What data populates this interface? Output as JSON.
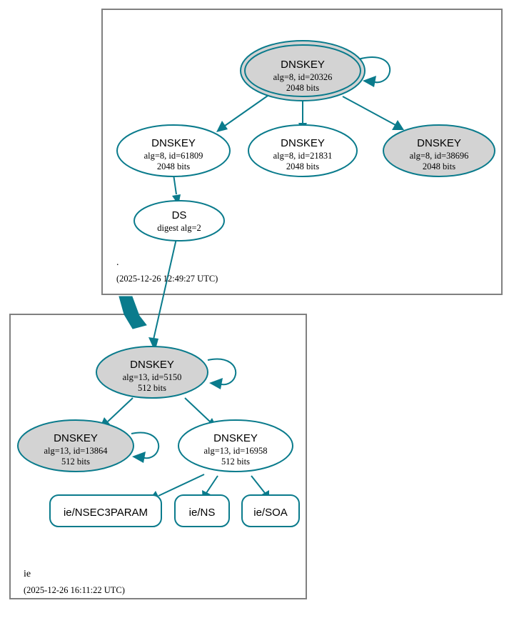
{
  "diagram": {
    "kind": "dnssec-authentication-chain",
    "colors": {
      "accent": "#0a7b8c",
      "node_fill_secure": "#d3d3d3",
      "node_fill_plain": "#ffffff",
      "zone_border": "#808080",
      "text": "#000000"
    },
    "zones": [
      {
        "id": "root",
        "label": ".",
        "timestamp": "(2025-12-26 12:49:27 UTC)",
        "nodes": [
          {
            "id": "root-ksk-20326",
            "shape": "ellipse-double",
            "fill": "#d3d3d3",
            "title": "DNSKEY",
            "line2": "alg=8, id=20326",
            "line3": "2048 bits",
            "self_loop": true
          },
          {
            "id": "root-zsk-61809",
            "shape": "ellipse",
            "fill": "#ffffff",
            "title": "DNSKEY",
            "line2": "alg=8, id=61809",
            "line3": "2048 bits",
            "self_loop": false
          },
          {
            "id": "root-zsk-21831",
            "shape": "ellipse",
            "fill": "#ffffff",
            "title": "DNSKEY",
            "line2": "alg=8, id=21831",
            "line3": "2048 bits",
            "self_loop": false
          },
          {
            "id": "root-zsk-38696",
            "shape": "ellipse",
            "fill": "#d3d3d3",
            "title": "DNSKEY",
            "line2": "alg=8, id=38696",
            "line3": "2048 bits",
            "self_loop": false
          },
          {
            "id": "root-ds",
            "shape": "ellipse",
            "fill": "#ffffff",
            "title": "DS",
            "line2": "digest alg=2",
            "line3": "",
            "self_loop": false
          }
        ]
      },
      {
        "id": "ie",
        "label": "ie",
        "timestamp": "(2025-12-26 16:11:22 UTC)",
        "nodes": [
          {
            "id": "ie-ksk-5150",
            "shape": "ellipse",
            "fill": "#d3d3d3",
            "title": "DNSKEY",
            "line2": "alg=13, id=5150",
            "line3": "512 bits",
            "self_loop": true
          },
          {
            "id": "ie-key-13864",
            "shape": "ellipse",
            "fill": "#d3d3d3",
            "title": "DNSKEY",
            "line2": "alg=13, id=13864",
            "line3": "512 bits",
            "self_loop": true
          },
          {
            "id": "ie-zsk-16958",
            "shape": "ellipse",
            "fill": "#ffffff",
            "title": "DNSKEY",
            "line2": "alg=13, id=16958",
            "line3": "512 bits",
            "self_loop": false
          },
          {
            "id": "ie-nsec3param",
            "shape": "rounded-rect",
            "fill": "#ffffff",
            "title": "ie/NSEC3PARAM",
            "line2": "",
            "line3": "",
            "self_loop": false
          },
          {
            "id": "ie-ns",
            "shape": "rounded-rect",
            "fill": "#ffffff",
            "title": "ie/NS",
            "line2": "",
            "line3": "",
            "self_loop": false
          },
          {
            "id": "ie-soa",
            "shape": "rounded-rect",
            "fill": "#ffffff",
            "title": "ie/SOA",
            "line2": "",
            "line3": "",
            "self_loop": false
          }
        ]
      }
    ],
    "edges": [
      {
        "from": "root-ksk-20326",
        "to": "root-ksk-20326",
        "style": "self-loop"
      },
      {
        "from": "root-ksk-20326",
        "to": "root-zsk-61809",
        "style": "thin"
      },
      {
        "from": "root-ksk-20326",
        "to": "root-zsk-21831",
        "style": "thin"
      },
      {
        "from": "root-ksk-20326",
        "to": "root-zsk-38696",
        "style": "thin"
      },
      {
        "from": "root-zsk-61809",
        "to": "root-ds",
        "style": "thin"
      },
      {
        "from": "root-ds",
        "to": "ie-ksk-5150",
        "style": "thin"
      },
      {
        "from": "root",
        "to": "ie",
        "style": "thick-delegation"
      },
      {
        "from": "ie-ksk-5150",
        "to": "ie-ksk-5150",
        "style": "self-loop"
      },
      {
        "from": "ie-ksk-5150",
        "to": "ie-key-13864",
        "style": "thin"
      },
      {
        "from": "ie-ksk-5150",
        "to": "ie-zsk-16958",
        "style": "thin"
      },
      {
        "from": "ie-key-13864",
        "to": "ie-key-13864",
        "style": "self-loop"
      },
      {
        "from": "ie-zsk-16958",
        "to": "ie-nsec3param",
        "style": "thin"
      },
      {
        "from": "ie-zsk-16958",
        "to": "ie-ns",
        "style": "thin"
      },
      {
        "from": "ie-zsk-16958",
        "to": "ie-soa",
        "style": "thin"
      }
    ]
  }
}
